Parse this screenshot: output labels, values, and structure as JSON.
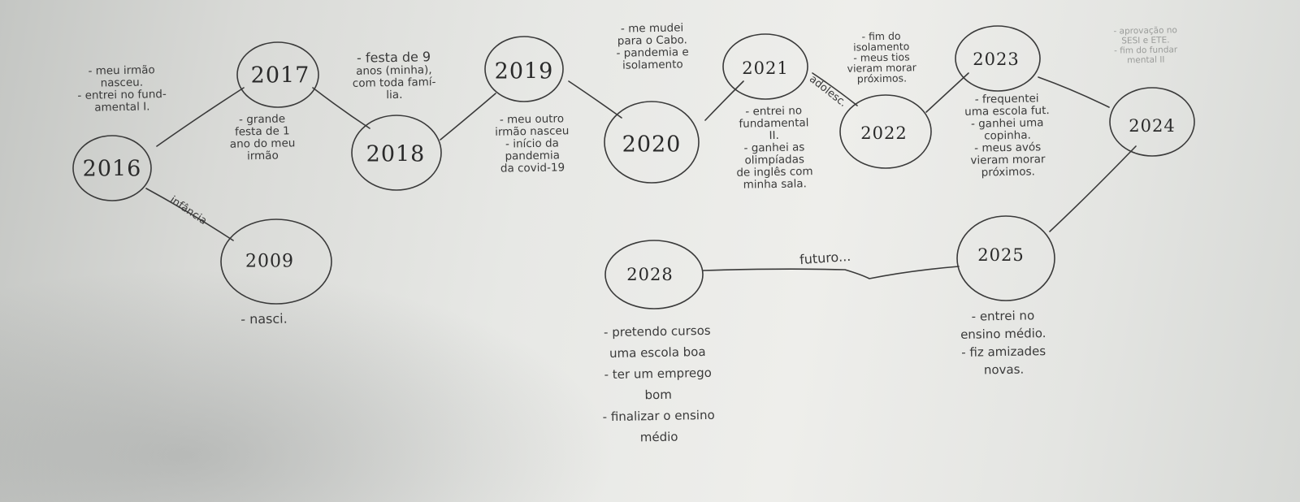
{
  "years": {
    "y2016": "2016",
    "y2009": "2009",
    "y2017": "2017",
    "y2018": "2018",
    "y2019": "2019",
    "y2020": "2020",
    "y2021": "2021",
    "y2022": "2022",
    "y2023": "2023",
    "y2024": "2024",
    "y2025": "2025",
    "y2028": "2028"
  },
  "periods": {
    "infancia": "infância",
    "adolescencia": "adolesc.",
    "futuro": "futuro..."
  },
  "notes": {
    "n2016": [
      "- meu irmão",
      "nasceu.",
      "- entrei no fund-",
      "amental I."
    ],
    "n2009": [
      "- nasci."
    ],
    "n2017": [
      "- grande",
      "festa de 1",
      "ano do meu",
      "irmão"
    ],
    "n2018": [
      "- festa de 9",
      "anos (minha),",
      "com toda famí-",
      "lia."
    ],
    "n2019": [
      "- meu outro",
      "irmão nasceu",
      "- início da",
      "pandemia",
      "da covid-19"
    ],
    "n2020": [
      "- me mudei",
      "para o Cabo.",
      "- pandemia e",
      "isolamento"
    ],
    "n2021": [
      "- entrei no",
      "fundamental",
      "II.",
      "- ganhei as",
      "olimpíadas",
      "de inglês com",
      "minha sala."
    ],
    "n2022": [
      "- fim do",
      "isolamento",
      "- meus tios",
      "vieram morar",
      "próximos."
    ],
    "n2023": [
      "- frequentei",
      "uma escola fut.",
      "- ganhei uma",
      "copinha.",
      "- meus avós",
      "vieram morar",
      "próximos."
    ],
    "n2024": [
      "- aprovação no",
      "SESI e ETE.",
      "- fim do fundar",
      "mental II"
    ],
    "n2025": [
      "- entrei no",
      "ensino médio.",
      "- fiz amizades",
      "novas."
    ],
    "n2028": [
      "- pretendo cursos",
      "uma escola boa",
      "- ter um emprego",
      "bom",
      "- finalizar o ensino",
      "médio"
    ]
  }
}
